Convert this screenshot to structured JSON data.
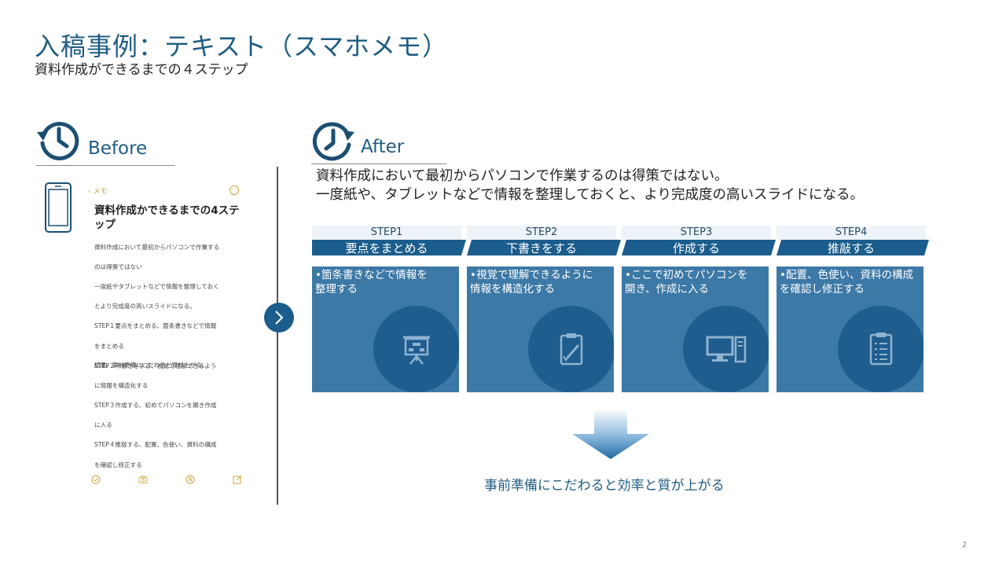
{
  "slide": {
    "title": "入稿事例：テキスト（スマホメモ）",
    "subtitle": "資料作成ができるまでの４ステップ",
    "page_number": "2"
  },
  "before": {
    "label": "Before",
    "phone": {
      "back_label": "メモ",
      "memo_title": "資料作成かできるまでの4ステップ",
      "memo_lines": [
        "資料作成において最初からパソコンで作業する",
        "のは得策ではない",
        "一度紙やタブレットなどで情報を整理しておく",
        "とより完成度の高いスライドになる。",
        "STEP１要点をまとめる、箇条書きなどで情報",
        "をまとめる",
        "STEP２下書きをする、視覚で理解できるよう",
        "に情報を構造化する",
        "STEP３作成する、初めてパソコンを開き作成",
        "に入る",
        "STEP４推敲する、配置、色使い、資料の構成",
        "を確認し修正する"
      ],
      "memo_footer": "結果、事前準備にこだわると質が上がる。"
    }
  },
  "after": {
    "label": "After",
    "text_line1": "資料作成において最初からパソコンで作業するのは得策ではない。",
    "text_line2": "一度紙や、タブレットなどで情報を整理しておくと、より完成度の高いスライドになる。",
    "steps": [
      {
        "num": "STEP1",
        "name": "要点をまとめる",
        "desc": "•箇条書きなどで情報を\n整理する",
        "icon": "presentation-board-icon"
      },
      {
        "num": "STEP2",
        "name": "下書きをする",
        "desc": "•視覚で理解できるように\n情報を構造化する",
        "icon": "clipboard-edit-icon"
      },
      {
        "num": "STEP3",
        "name": "作成する",
        "desc": "•ここで初めてパソコンを\n開き、作成に入る",
        "icon": "desktop-computer-icon"
      },
      {
        "num": "STEP4",
        "name": "推敲する",
        "desc": "•配置、色使い、資料の構成\nを確認し修正する",
        "icon": "checklist-icon"
      }
    ],
    "result": "事前準備にこだわると効率と質が上がる"
  },
  "colors": {
    "title": "#1f5c82",
    "step_box": "#3d79a6",
    "step_circle": "#1f5d8e",
    "step_banner": "#1b5d8c",
    "accent_gold": "#caa53a"
  }
}
